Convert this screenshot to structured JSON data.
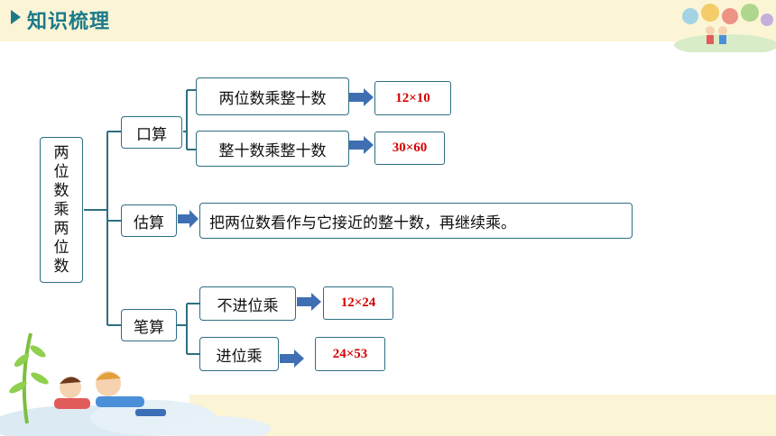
{
  "header": {
    "title": "知识梳理"
  },
  "root": {
    "chars": [
      "两",
      "位",
      "数",
      "乘",
      "两",
      "位",
      "数"
    ]
  },
  "branches": {
    "oral": {
      "label": "口算",
      "items": [
        {
          "text": "两位数乘整十数",
          "example": "12×10"
        },
        {
          "text": "整十数乘整十数",
          "example": "30×60"
        }
      ]
    },
    "estimate": {
      "label": "估算",
      "text": "把两位数看作与它接近的整十数，再继续乘。"
    },
    "written": {
      "label": "笔算",
      "items": [
        {
          "text": "不进位乘",
          "example": "12×24"
        },
        {
          "text": "进位乘",
          "example": "24×53"
        }
      ]
    }
  }
}
